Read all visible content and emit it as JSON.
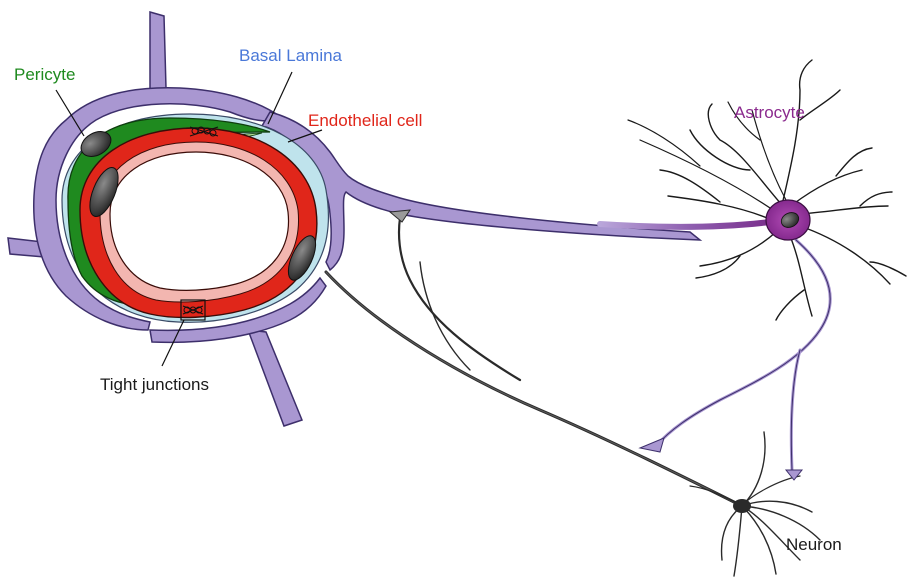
{
  "labels": {
    "pericyte": "Pericyte",
    "basal_lamina": "Basal Lamina",
    "endothelial_cell": "Endothelial cell",
    "astrocyte": "Astrocyte",
    "tight_junctions": "Tight junctions",
    "neuron": "Neuron"
  },
  "colors": {
    "pericyte": "#1f8a1f",
    "basal_lamina": "#4a78d8",
    "endothelial_cell": "#e0261a",
    "astrocyte": "#8b2a8e",
    "tight_junctions": "#1a1a1a",
    "neuron": "#1a1a1a",
    "astrocyte_foot": "#a997d1",
    "basal_lamina_fill": "#bfe3ec",
    "endothelium_light": "#f3b6b0",
    "pericyte_light": "#b7e19a",
    "neuron_fill": "#4a4a4a"
  }
}
